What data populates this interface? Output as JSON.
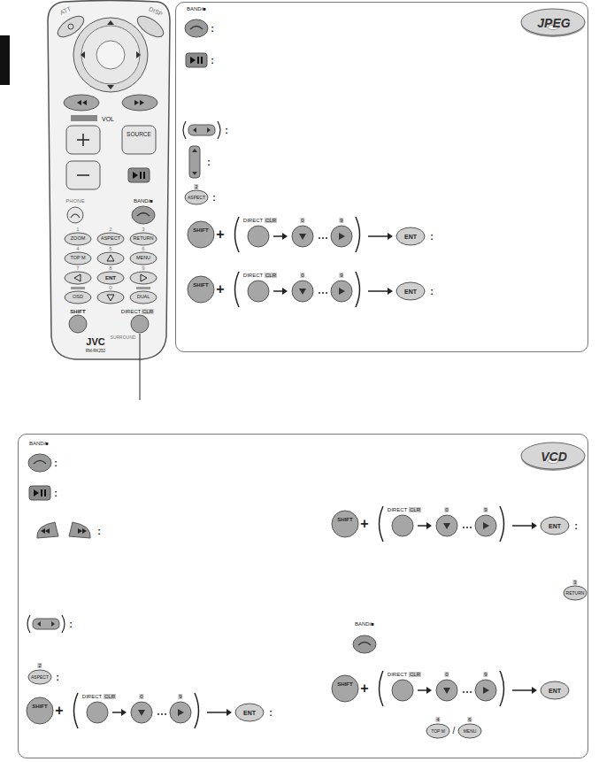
{
  "diagram": {
    "nodes": [
      {
        "text": [
          "JPEG"
        ]
      },
      {
        "text": [
          "VCD"
        ]
      }
    ],
    "labels": [
      "ATT",
      "DISP",
      "VOL",
      "SOURCE",
      "PHONE",
      "BAND/■",
      "1",
      "ZOOM",
      "2",
      "ASPECT",
      "3",
      "RETURN",
      "4",
      "TOP M",
      "5",
      "6",
      "MENU",
      "7",
      "8",
      "ENT",
      "9",
      "0",
      "OSD",
      "DUAL",
      "SHIFT",
      "DIRECT",
      "CLR",
      "SURROUND",
      "JVC",
      "RM-RK252",
      "BAND/■",
      ":",
      ":",
      ":",
      ":",
      "2",
      "ASPECT",
      ":",
      "SHIFT",
      "+",
      "DIRECT",
      "CLR",
      "0",
      "9",
      "ENT",
      ":",
      "SHIFT",
      "+",
      "DIRECT",
      "CLR",
      "0",
      "9",
      "ENT",
      ":",
      "BAND/■",
      ":",
      ":",
      ":",
      ":",
      "2",
      "ASPECT",
      ":",
      "SHIFT",
      "+",
      "DIRECT",
      "CLR",
      "0",
      "9",
      "ENT",
      ":",
      "SHIFT",
      "+",
      "DIRECT",
      "CLR",
      "0",
      "9",
      "ENT",
      ":",
      "3",
      "RETURN",
      "BAND/■",
      "SHIFT",
      "+",
      "DIRECT",
      "CLR",
      "0",
      "9",
      "ENT",
      "4",
      "TOP M",
      "/",
      "6",
      "MENU"
    ]
  }
}
